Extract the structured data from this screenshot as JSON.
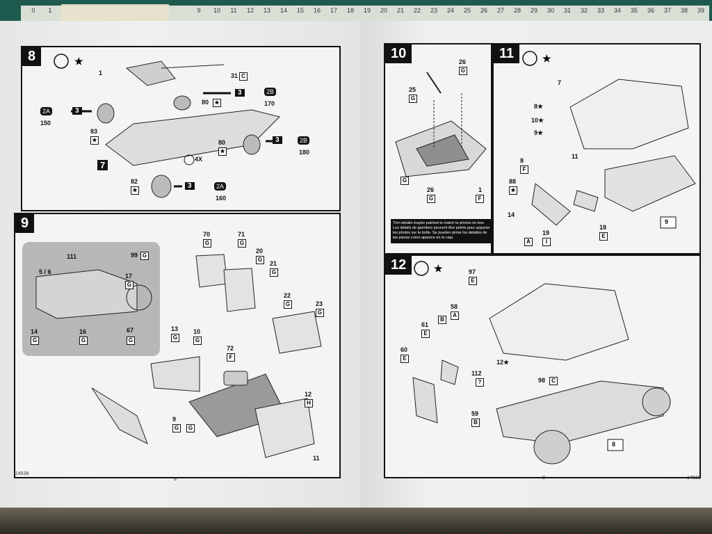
{
  "ruler": [
    "0",
    "1",
    "9",
    "10",
    "11",
    "12",
    "13",
    "14",
    "15",
    "16",
    "17",
    "18",
    "19",
    "20",
    "21",
    "22",
    "23",
    "24",
    "25",
    "26",
    "27",
    "28",
    "29",
    "30",
    "31",
    "32",
    "33",
    "34",
    "35",
    "36",
    "37",
    "38",
    "39"
  ],
  "pages": {
    "left_number": "8",
    "right_number": "9",
    "left_code": "14538",
    "right_code": "14538"
  },
  "steps": {
    "s8": {
      "number": "8"
    },
    "s9": {
      "number": "9"
    },
    "s10": {
      "number": "10"
    },
    "s11": {
      "number": "11"
    },
    "s12": {
      "number": "12"
    }
  },
  "step8": {
    "parts": [
      "1",
      "31",
      "80",
      "83",
      "80",
      "82",
      "7"
    ],
    "boxes": [
      "C",
      "★",
      "★",
      "★",
      "★"
    ],
    "callout_steps": [
      "3",
      "3",
      "3",
      "3"
    ],
    "paints": [
      "2B",
      "2A",
      "2B",
      "2A"
    ],
    "values": [
      "170",
      "150",
      "180",
      "160"
    ],
    "times": "4X"
  },
  "step9": {
    "parts": [
      "70",
      "71",
      "20",
      "21",
      "22",
      "23",
      "99",
      "111",
      "5 / 6",
      "17",
      "14",
      "16",
      "67",
      "13",
      "10",
      "72",
      "12",
      "9",
      "11"
    ],
    "boxes": [
      "G",
      "G",
      "G",
      "G",
      "G",
      "G",
      "G",
      "G",
      "G",
      "G",
      "G",
      "G",
      "G",
      "F",
      "H",
      "G",
      "G"
    ]
  },
  "step10": {
    "parts": [
      "26",
      "25",
      "26",
      "1"
    ],
    "boxes": [
      "G",
      "G",
      "G",
      "F",
      "G"
    ],
    "note": "Trim details maybe painted to match to photos on box. Les détails de garniture peuvent être peints pour apparier les photos sur la boîte. Se pueden pintar los detalles de las piezas como aparece en la caja."
  },
  "step11": {
    "parts": [
      "7",
      "8★",
      "10★",
      "9★",
      "11",
      "8",
      "88",
      "14",
      "19",
      "18"
    ],
    "boxes": [
      "F",
      "★",
      "A",
      "I",
      "E"
    ],
    "ref": "9"
  },
  "step12": {
    "parts": [
      "97",
      "58",
      "61",
      "60",
      "112",
      "12★",
      "98",
      "59"
    ],
    "boxes": [
      "E",
      "A",
      "B",
      "E",
      "E",
      "?",
      "C",
      "B"
    ],
    "ref": "8"
  }
}
